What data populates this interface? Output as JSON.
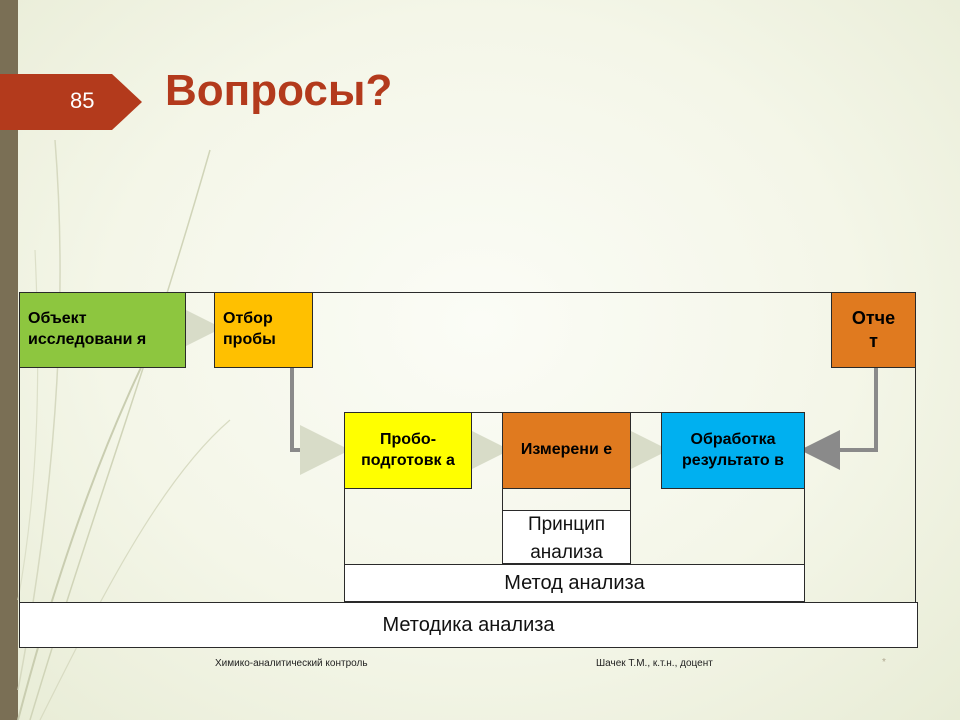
{
  "slide": {
    "number": "85",
    "title": "Вопросы?"
  },
  "diagram": {
    "object": "Объект исследовани я",
    "sampling": "Отбор пробы",
    "report": "Отче т",
    "prep": "Пробо- подготовк а",
    "measurement": "Измерени е",
    "processing": "Обработка результато в",
    "principle": "Принцип анализа",
    "method": "Метод анализа",
    "procedure": "Методика анализа"
  },
  "footer": {
    "course": "Химико-аналитический контроль",
    "author": "Шачек Т.М., к.т.н., доцент",
    "mark": "*"
  },
  "colors": {
    "green": "#8dc63f",
    "yellow": "#ffc000",
    "orange": "#e07a1f",
    "blue": "#00b0f0",
    "accent": "#b33a1c"
  }
}
